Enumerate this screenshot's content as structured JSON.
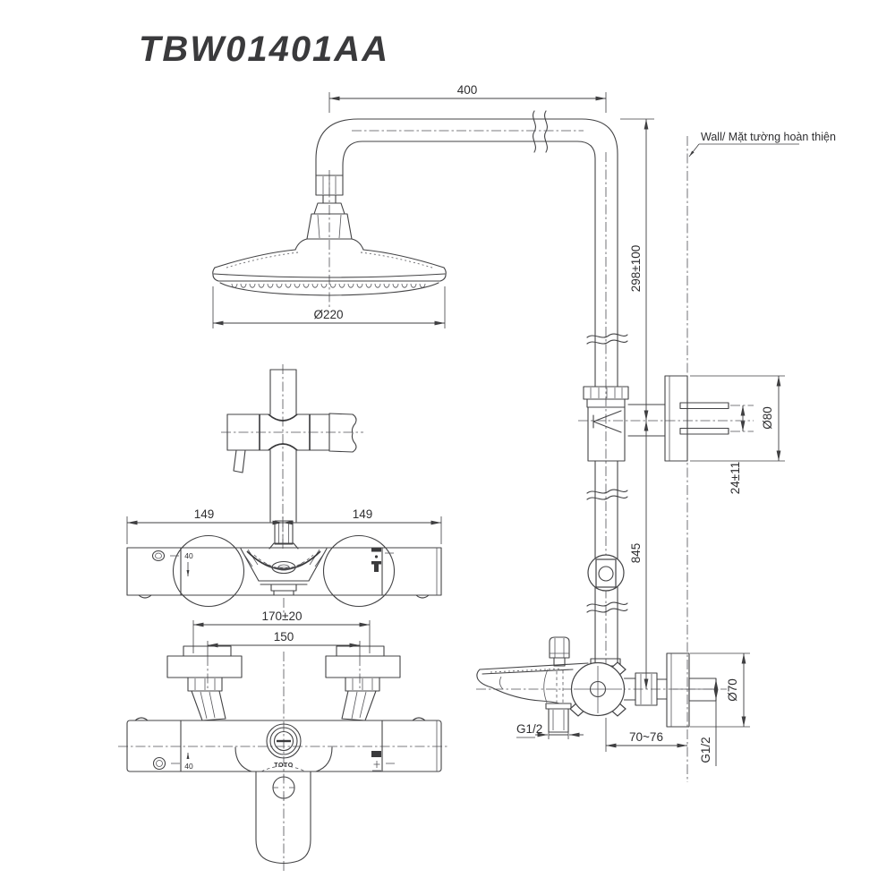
{
  "title": "TBW01401AA",
  "colors": {
    "background": "#ffffff",
    "line": "#434345",
    "text": "#2e2e30",
    "title": "#3a3a3c"
  },
  "labels": {
    "wall": "Wall/ Mặt tường hoàn thiện",
    "brand": "TOTO",
    "temp_mark_top_view": "40",
    "temp_mark_front_view": "40"
  },
  "dimensions": {
    "arm_length": "400",
    "head_diameter": "Ø220",
    "arm_to_shelf": "298±100",
    "shelf_diameter": "Ø80",
    "shelf_screw_depth": "24±11",
    "shelf_to_valve": "845",
    "body_left": "149",
    "body_right": "149",
    "inlet_adjust_range": "170±20",
    "inlet_center_distance": "150",
    "outlet_thread": "G1/2",
    "valve_to_wall": "70~76",
    "inlet_thread": "G1/2",
    "escutcheon_diameter": "Ø70"
  }
}
